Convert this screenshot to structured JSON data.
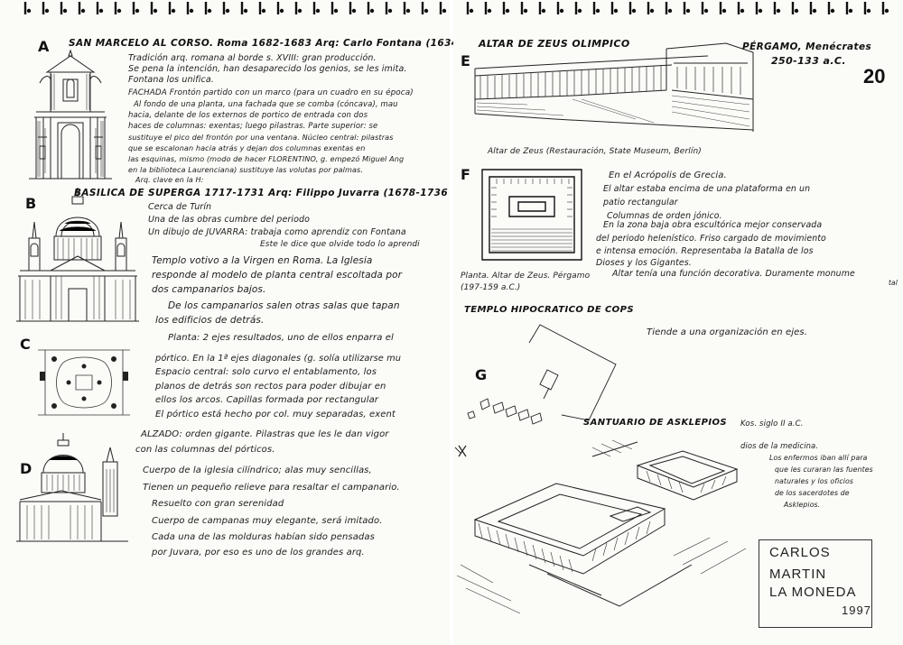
{
  "left": {
    "letters": [
      "A",
      "B",
      "C",
      "D"
    ],
    "sectionA": {
      "title": "SAN MARCELO AL CORSO. Roma 1682-1683  Arq: Carlo Fontana (1634.",
      "lines": [
        "Tradición arq. romana al borde s. XVIII: gran producción.",
        "Se pena la intención, han desaparecido los genios, se les imita.",
        "Fontana los unifica.",
        "FACHADA Frontón partido con un marco (para un cuadro en su época)",
        "Al fondo de una planta, una fachada que se comba (cóncava), mau",
        "hacia, delante de los externos de portico de entrada con dos",
        "haces de columnas: exentas; luego pilastras. Parte superior: se",
        "sustituye el pico del frontón por una ventana. Núcleo central: pilastras",
        "que se escalonan hacia atrás y dejan dos columnas exentas en",
        "las esquinas, mismo (modo de hacer FLORENTINO, g. empezó Miguel Ang",
        "en la biblioteca Laurenciana) sustituye las volutas por palmas.",
        "Arq. clave en la H:"
      ]
    },
    "sectionB": {
      "title": "BASILICA DE SUPERGA  1717-1731  Arq: Filippo Juvarra (1678-1736",
      "lines": [
        "Cerca de Turín",
        "Una de las obras cumbre del periodo",
        "Un dibujo de JUVARRA: trabaja como aprendiz con Fontana",
        "Este le dice que olvide todo lo aprendi",
        "Templo votivo a la Virgen en Roma. La Iglesia",
        "responde al modelo de planta central escoltada por",
        "dos campanarios bajos.",
        "De los campanarios salen otras salas que tapan",
        "los edificios de detrás.",
        "Planta: 2 ejes resultados, uno de ellos enparra el",
        "pórtico. En la 1ª ejes diagonales (g. solía utilizarse mu",
        "Espacio central: solo curvo el entablamento, los",
        "planos de detrás son rectos para poder dibujar en",
        "ellos los arcos. Capillas formada por rectangular",
        "El pórtico está hecho por col. muy separadas, exent",
        "ALZADO: orden gigante. Pilastras que les le dan vigor",
        "con las columnas del pórticos.",
        "Cuerpo de la iglesia cilíndrico; alas muy sencillas,",
        "Tienen un pequeño relieve para resaltar el campanario.",
        "Resuelto con gran serenidad",
        "Cuerpo de campanas muy elegante, será imitado.",
        "Cada una de las molduras habían sido pensadas",
        "por Juvara, por eso es uno de los grandes arq."
      ]
    }
  },
  "right": {
    "page_number": "20",
    "letters": [
      "E",
      "F",
      "G"
    ],
    "sectionE": {
      "title": "ALTAR DE ZEUS OLIMPICO",
      "place": "PÉRGAMO, Menécrates",
      "dates": "250-133 a.C.",
      "caption": "Altar de Zeus (Restauración, State Museum, Berlín)"
    },
    "sectionF": {
      "lines": [
        "En el Acrópolis de Grecia.",
        "El altar estaba encima de una plataforma en un",
        "patio rectangular",
        "Columnas de orden jónico.",
        "En la zona baja obra escultórica mejor conservada",
        "del periodo helenístico. Friso cargado de movimiento",
        "e intensa emoción. Representaba la Batalla de los",
        "Dioses y los Gigantes.",
        "Altar tenía una función decorativa. Duramente monume",
        "tal"
      ],
      "caption_1": "Planta. Altar de Zeus. Pérgamo",
      "caption_2": "(197-159 a.C.)"
    },
    "sectionG": {
      "title": "TEMPLO HIPOCRATICO DE COPS",
      "note": "Tiende a una organización en ejes.",
      "sanctuary_title": "SANTUARIO DE ASKLEPIOS",
      "sanctuary_date": "Kos. siglo II a.C.",
      "sanctuary_lines": [
        "dios de la medicina.",
        "Los enfermos iban allí para",
        "que les curaran las fuentes",
        "naturales y los oficios",
        "de los sacerdotes de",
        "Asklepios."
      ]
    },
    "signature": [
      "CARLOS",
      "MARTIN",
      "LA MONEDA",
      "1997"
    ]
  }
}
